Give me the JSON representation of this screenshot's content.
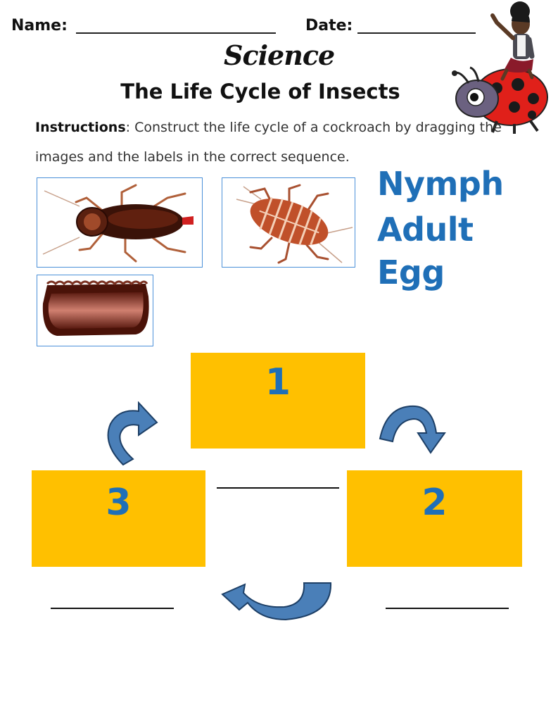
{
  "header": {
    "name_label": "Name:",
    "date_label": "Date:"
  },
  "subject": "Science",
  "title": "The Life Cycle of Insects",
  "instructions": {
    "label": "Instructions",
    "text": ": Construct the life cycle of a cockroach by dragging the images and the labels in the correct sequence."
  },
  "images": [
    {
      "name": "adult-cockroach-image",
      "icon": "adult-cockroach"
    },
    {
      "name": "nymph-cockroach-image",
      "icon": "nymph-cockroach"
    },
    {
      "name": "egg-case-image",
      "icon": "ootheca-egg-case"
    }
  ],
  "labels": [
    "Nymph",
    "Adult",
    "Egg"
  ],
  "cycle": {
    "box1": "1",
    "box2": "2",
    "box3": "3"
  },
  "colors": {
    "box": "#ffc000",
    "label_blue": "#1f6fb7",
    "arrow": "#4a7fb8",
    "card_border": "#4a90d9"
  }
}
